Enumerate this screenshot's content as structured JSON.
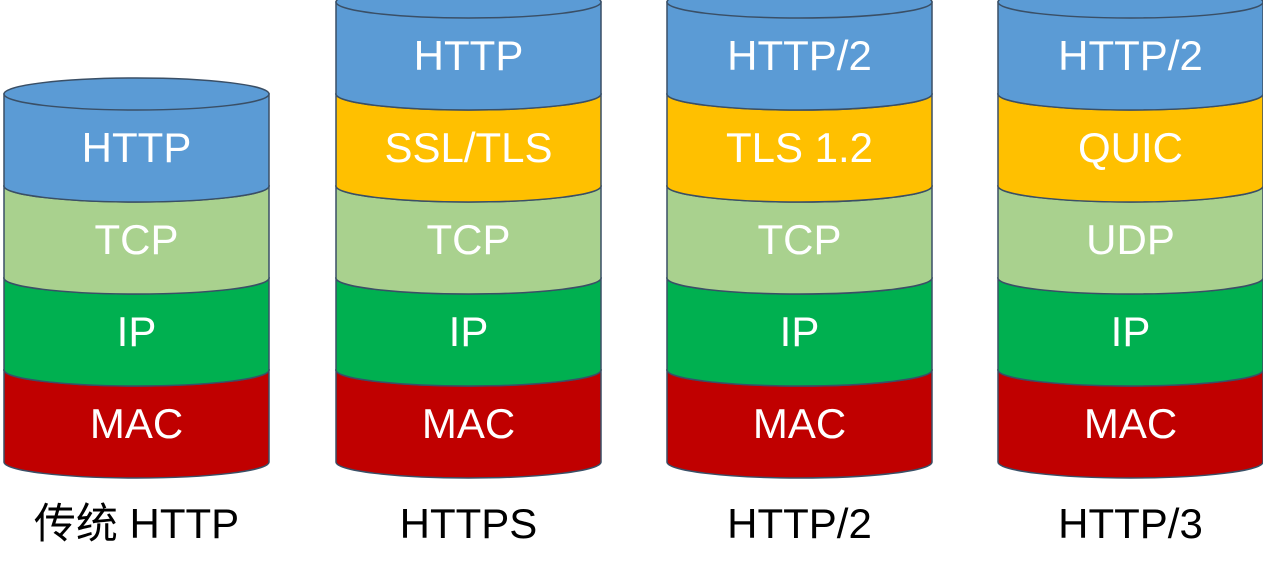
{
  "colors": {
    "HTTP": "#5b9bd5",
    "TLS": "#ffc000",
    "TCP": "#a9d18e",
    "IP": "#00b050",
    "MAC": "#c00000",
    "outline": "#3a4f66"
  },
  "stacks": [
    {
      "label": "传统 HTTP",
      "layers": [
        {
          "text": "HTTP",
          "kind": "HTTP"
        },
        {
          "text": "TCP",
          "kind": "TCP"
        },
        {
          "text": "IP",
          "kind": "IP"
        },
        {
          "text": "MAC",
          "kind": "MAC"
        }
      ]
    },
    {
      "label": "HTTPS",
      "layers": [
        {
          "text": "HTTP",
          "kind": "HTTP"
        },
        {
          "text": "SSL/TLS",
          "kind": "TLS"
        },
        {
          "text": "TCP",
          "kind": "TCP"
        },
        {
          "text": "IP",
          "kind": "IP"
        },
        {
          "text": "MAC",
          "kind": "MAC"
        }
      ]
    },
    {
      "label": "HTTP/2",
      "layers": [
        {
          "text": "HTTP/2",
          "kind": "HTTP"
        },
        {
          "text": "TLS 1.2",
          "kind": "TLS"
        },
        {
          "text": "TCP",
          "kind": "TCP"
        },
        {
          "text": "IP",
          "kind": "IP"
        },
        {
          "text": "MAC",
          "kind": "MAC"
        }
      ]
    },
    {
      "label": "HTTP/3",
      "layers": [
        {
          "text": "HTTP/2",
          "kind": "HTTP"
        },
        {
          "text": "QUIC",
          "kind": "TLS"
        },
        {
          "text": "UDP",
          "kind": "TCP"
        },
        {
          "text": "IP",
          "kind": "IP"
        },
        {
          "text": "MAC",
          "kind": "MAC"
        }
      ]
    }
  ]
}
